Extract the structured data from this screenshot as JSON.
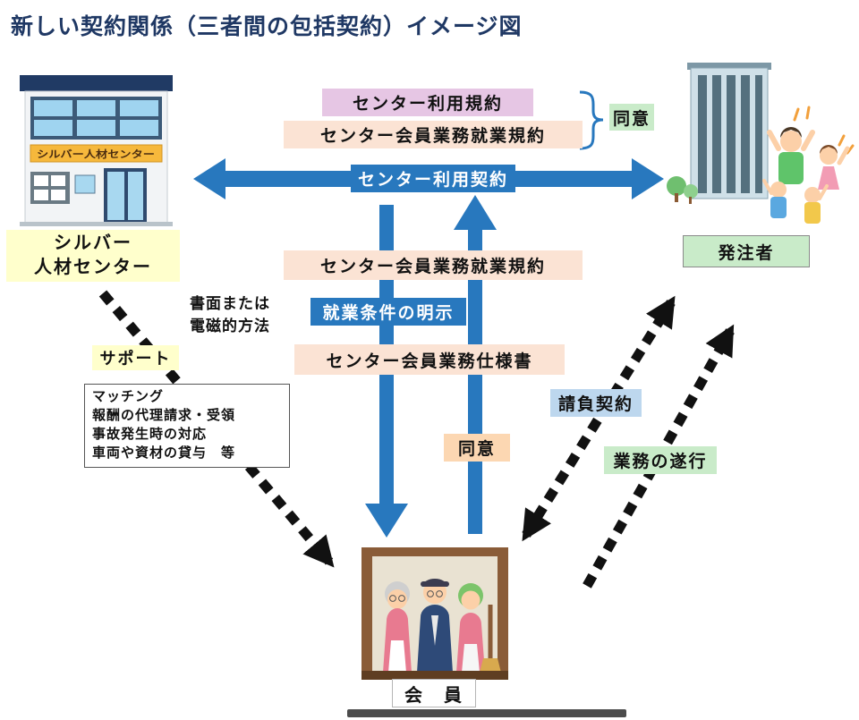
{
  "title": "新しい契約関係（三者間の包括契約）イメージ図",
  "actors": {
    "silver_center": {
      "line1": "シルバー",
      "line2": "人材センター",
      "building_sign": "シルバー人材センター"
    },
    "orderer": {
      "label": "発注者"
    },
    "member": {
      "label": "会　員"
    }
  },
  "top_agreements": {
    "terms_of_use": "センター利用規約",
    "employment_rules": "センター会員業務就業規約",
    "agree": "同意"
  },
  "center_flow": {
    "use_contract": "センター利用契約",
    "employment_rules": "センター会員業務就業規約",
    "work_conditions_disclosure": "就業条件の明示",
    "work_specification": "センター会員業務仕様書",
    "agree": "同意"
  },
  "left_flow": {
    "method_line1": "書面または",
    "method_line2": "電磁的方法",
    "support": "サポート",
    "support_items": [
      "マッチング",
      "報酬の代理請求・受領",
      "事故発生時の対応",
      "車両や資材の貸与　等"
    ]
  },
  "right_flow": {
    "ukeoi_contract": "請負契約",
    "work_execution": "業務の遂行"
  },
  "colors": {
    "arrow_blue": "#2878be",
    "pink_box": "#e6c6e4",
    "peach_box": "#fbe3d4",
    "green_box": "#c9ebc9",
    "yellow_box": "#ffffcc",
    "light_blue_box": "#bdd7ee",
    "orange_box": "#fcd7b2",
    "title_text": "#1f3864",
    "dashed_arrow": "#111111"
  }
}
